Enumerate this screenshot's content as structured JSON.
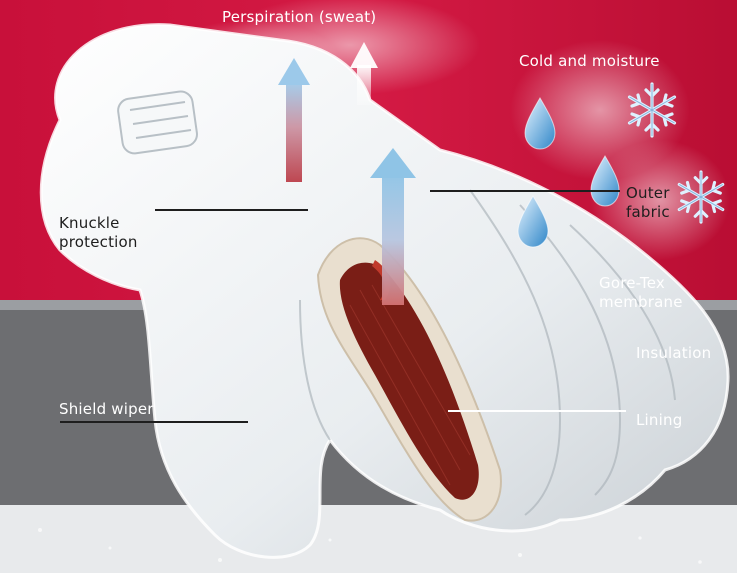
{
  "labels": {
    "perspiration": "Perspiration (sweat)",
    "cold_moisture": "Cold and moisture",
    "outer_fabric": "Outer\nfabric",
    "knuckle": "Knuckle\nprotection",
    "gore_tex": "Gore-Tex\nmembrane",
    "insulation": "Insulation",
    "lining": "Lining",
    "shield_wiper": "Shield wiper"
  },
  "colors": {
    "top_band": "#c8103a",
    "middle_band": "#6d6e71",
    "bottom_band": "#e8eaec",
    "stripe": "#9b9ea2",
    "glove": "#eef1f3",
    "lining": "#7a1e16",
    "insulation": "#e9dfcf",
    "sweat_arrow": "#c97b86",
    "cold_arrow": "#8fc4e6",
    "label_light": "#ffffff",
    "label_dark": "#1e1e1e"
  },
  "icons": [
    "snowflake-icon",
    "water-drop-icon",
    "up-arrow-icon"
  ]
}
